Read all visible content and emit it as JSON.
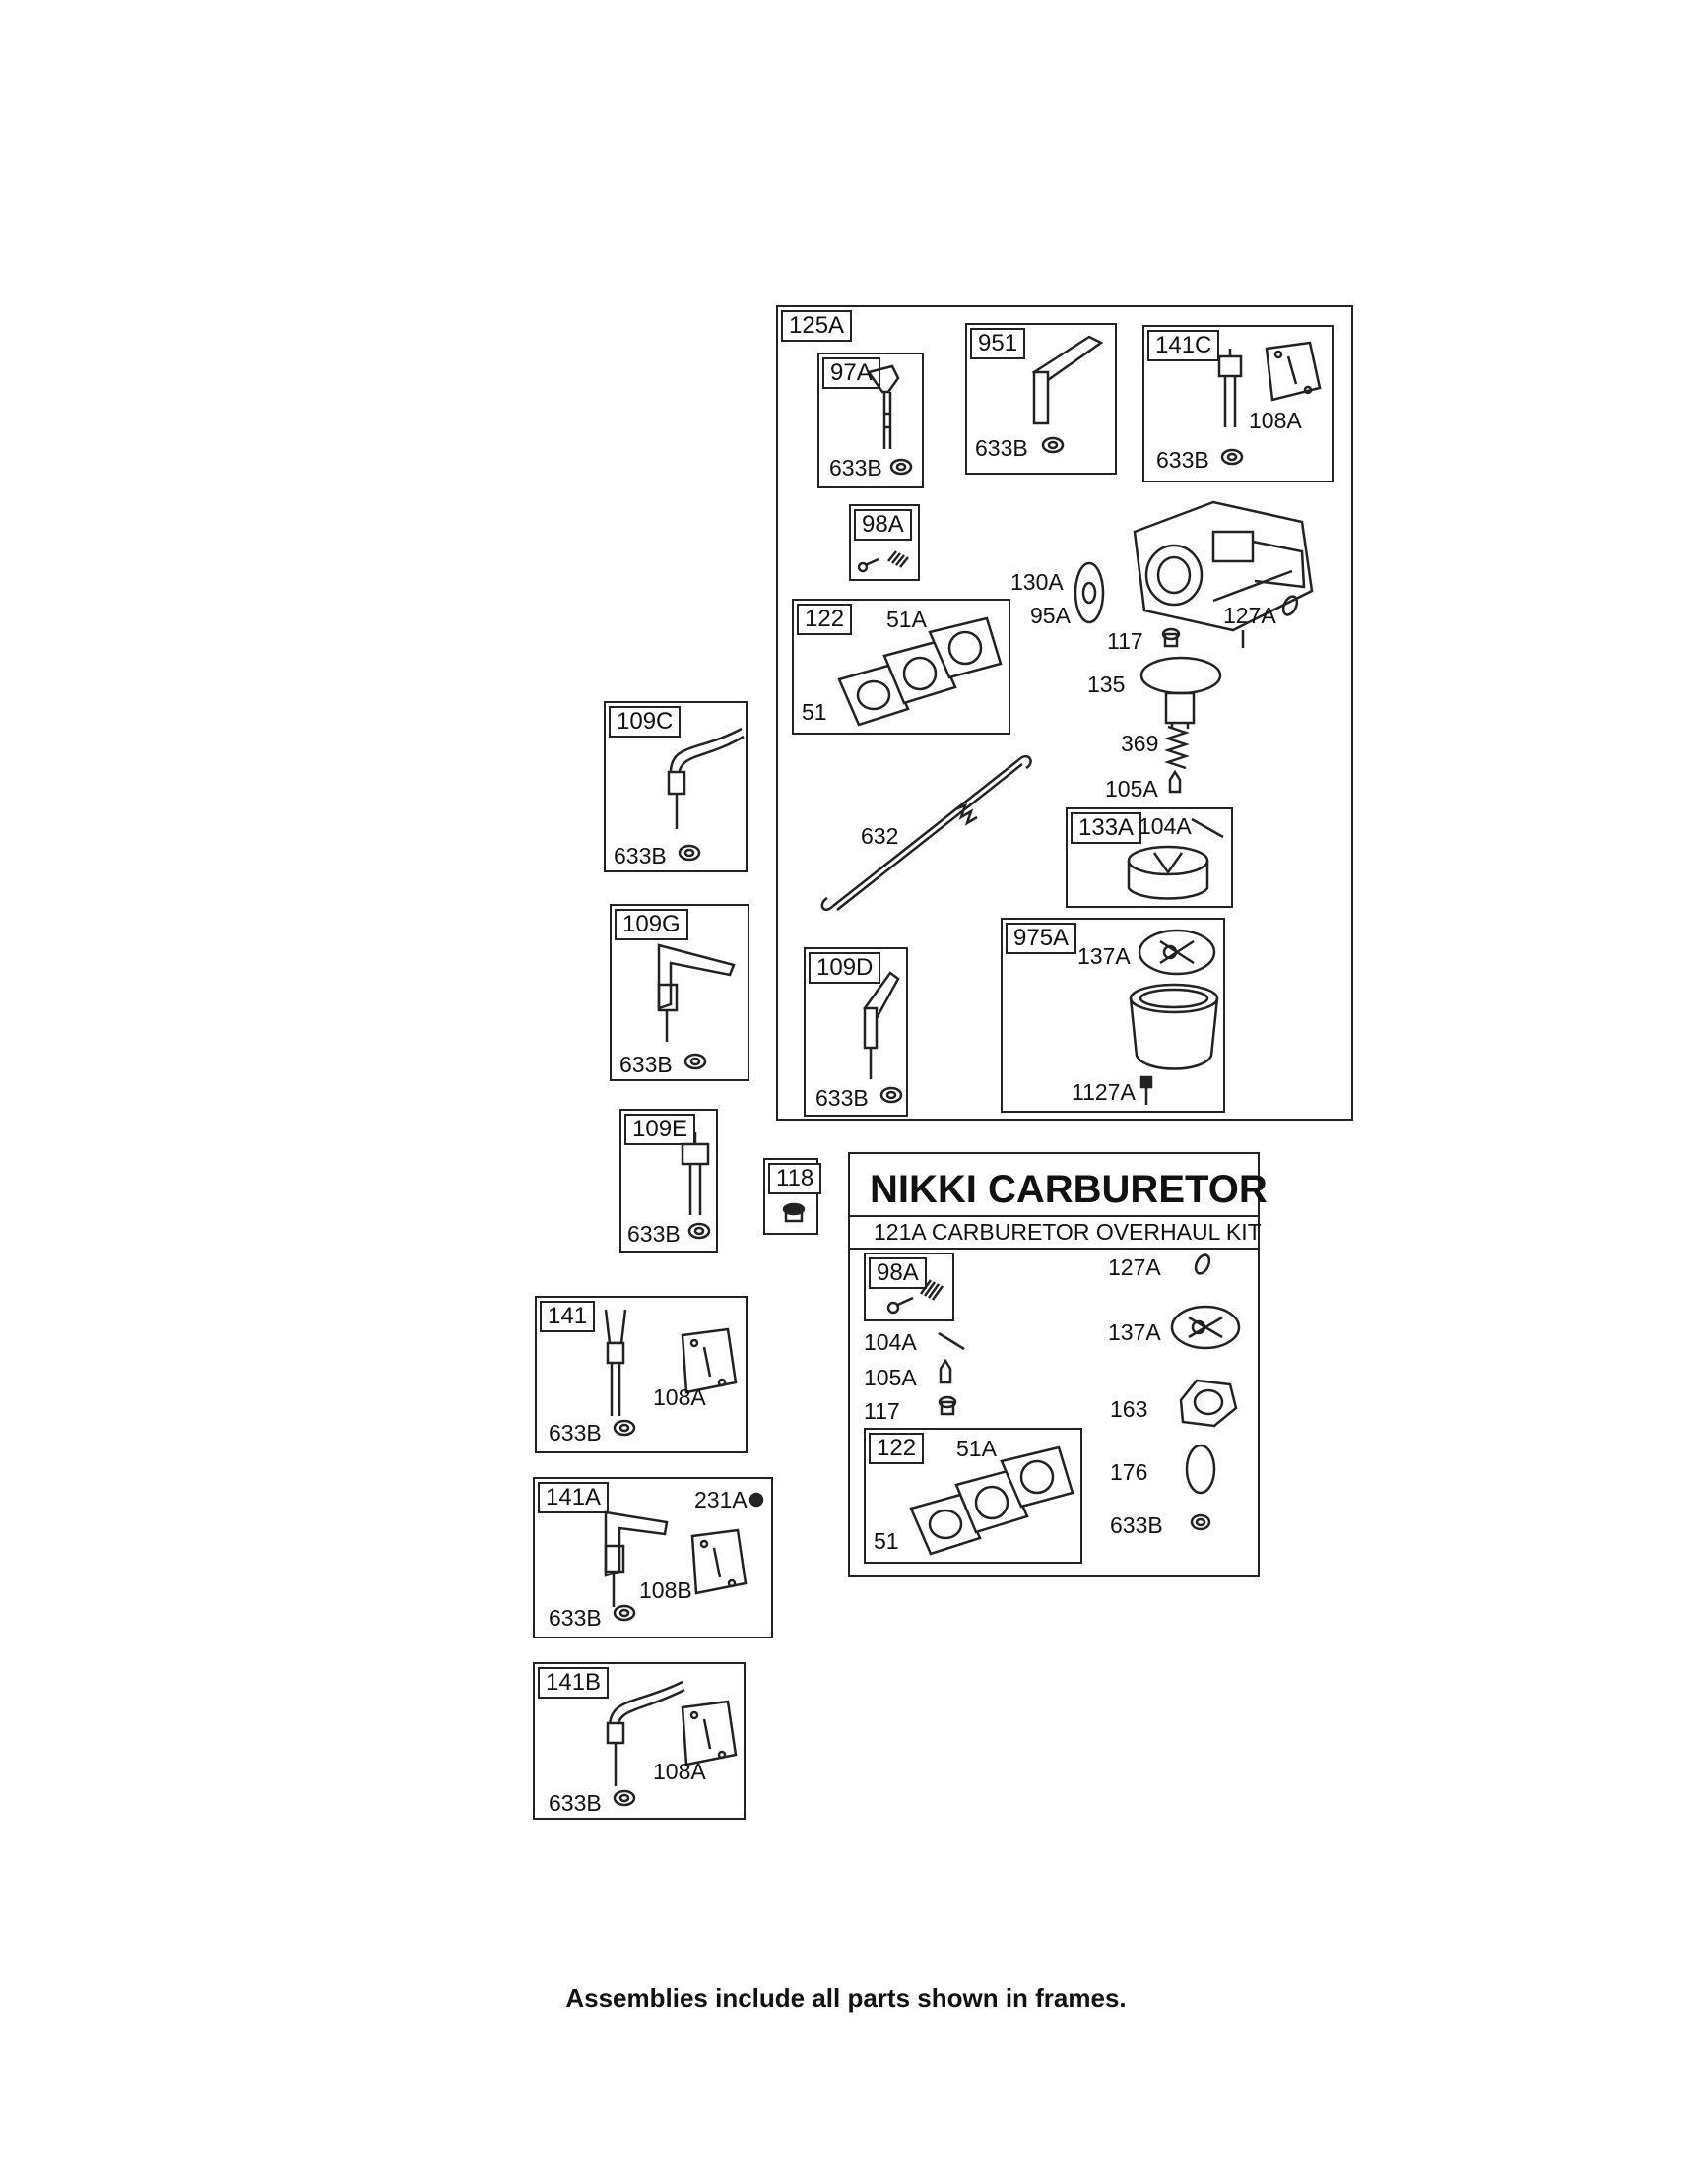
{
  "footer_note": "Assemblies include all parts shown in frames.",
  "main_assembly": {
    "tag": "125A",
    "groups": {
      "g97A": {
        "tag": "97A",
        "parts": [
          "633B"
        ]
      },
      "g951": {
        "tag": "951",
        "parts": [
          "633B"
        ]
      },
      "g141C": {
        "tag": "141C",
        "parts": [
          "108A",
          "633B"
        ]
      },
      "g98A": {
        "tag": "98A"
      },
      "g122": {
        "tag": "122",
        "parts": [
          "51A",
          "51"
        ]
      },
      "g133A": {
        "tag": "133A",
        "parts": [
          "104A"
        ]
      },
      "g109D": {
        "tag": "109D",
        "parts": [
          "633B"
        ]
      },
      "g975A": {
        "tag": "975A",
        "parts": [
          "137A",
          "1127A"
        ]
      }
    },
    "loose_parts": [
      "130A",
      "95A",
      "127A",
      "117",
      "135",
      "369",
      "105A",
      "632"
    ]
  },
  "side_groups": {
    "g109C": {
      "tag": "109C",
      "parts": [
        "633B"
      ]
    },
    "g109G": {
      "tag": "109G",
      "parts": [
        "633B"
      ]
    },
    "g109E": {
      "tag": "109E",
      "parts": [
        "633B"
      ]
    },
    "g118": {
      "tag": "118"
    },
    "g141": {
      "tag": "141",
      "parts": [
        "108A",
        "633B"
      ]
    },
    "g141A": {
      "tag": "141A",
      "parts": [
        "231A",
        "108B",
        "633B"
      ]
    },
    "g141B": {
      "tag": "141B",
      "parts": [
        "108A",
        "633B"
      ]
    }
  },
  "overhaul_kit": {
    "title": "NIKKI CARBURETOR",
    "kit_title": "121A CARBURETOR OVERHAUL KIT",
    "g98A": {
      "tag": "98A"
    },
    "g122": {
      "tag": "122",
      "parts": [
        "51A",
        "51"
      ]
    },
    "left_parts": [
      "104A",
      "105A",
      "117"
    ],
    "right_parts": [
      "127A",
      "137A",
      "163",
      "176",
      "633B"
    ]
  }
}
